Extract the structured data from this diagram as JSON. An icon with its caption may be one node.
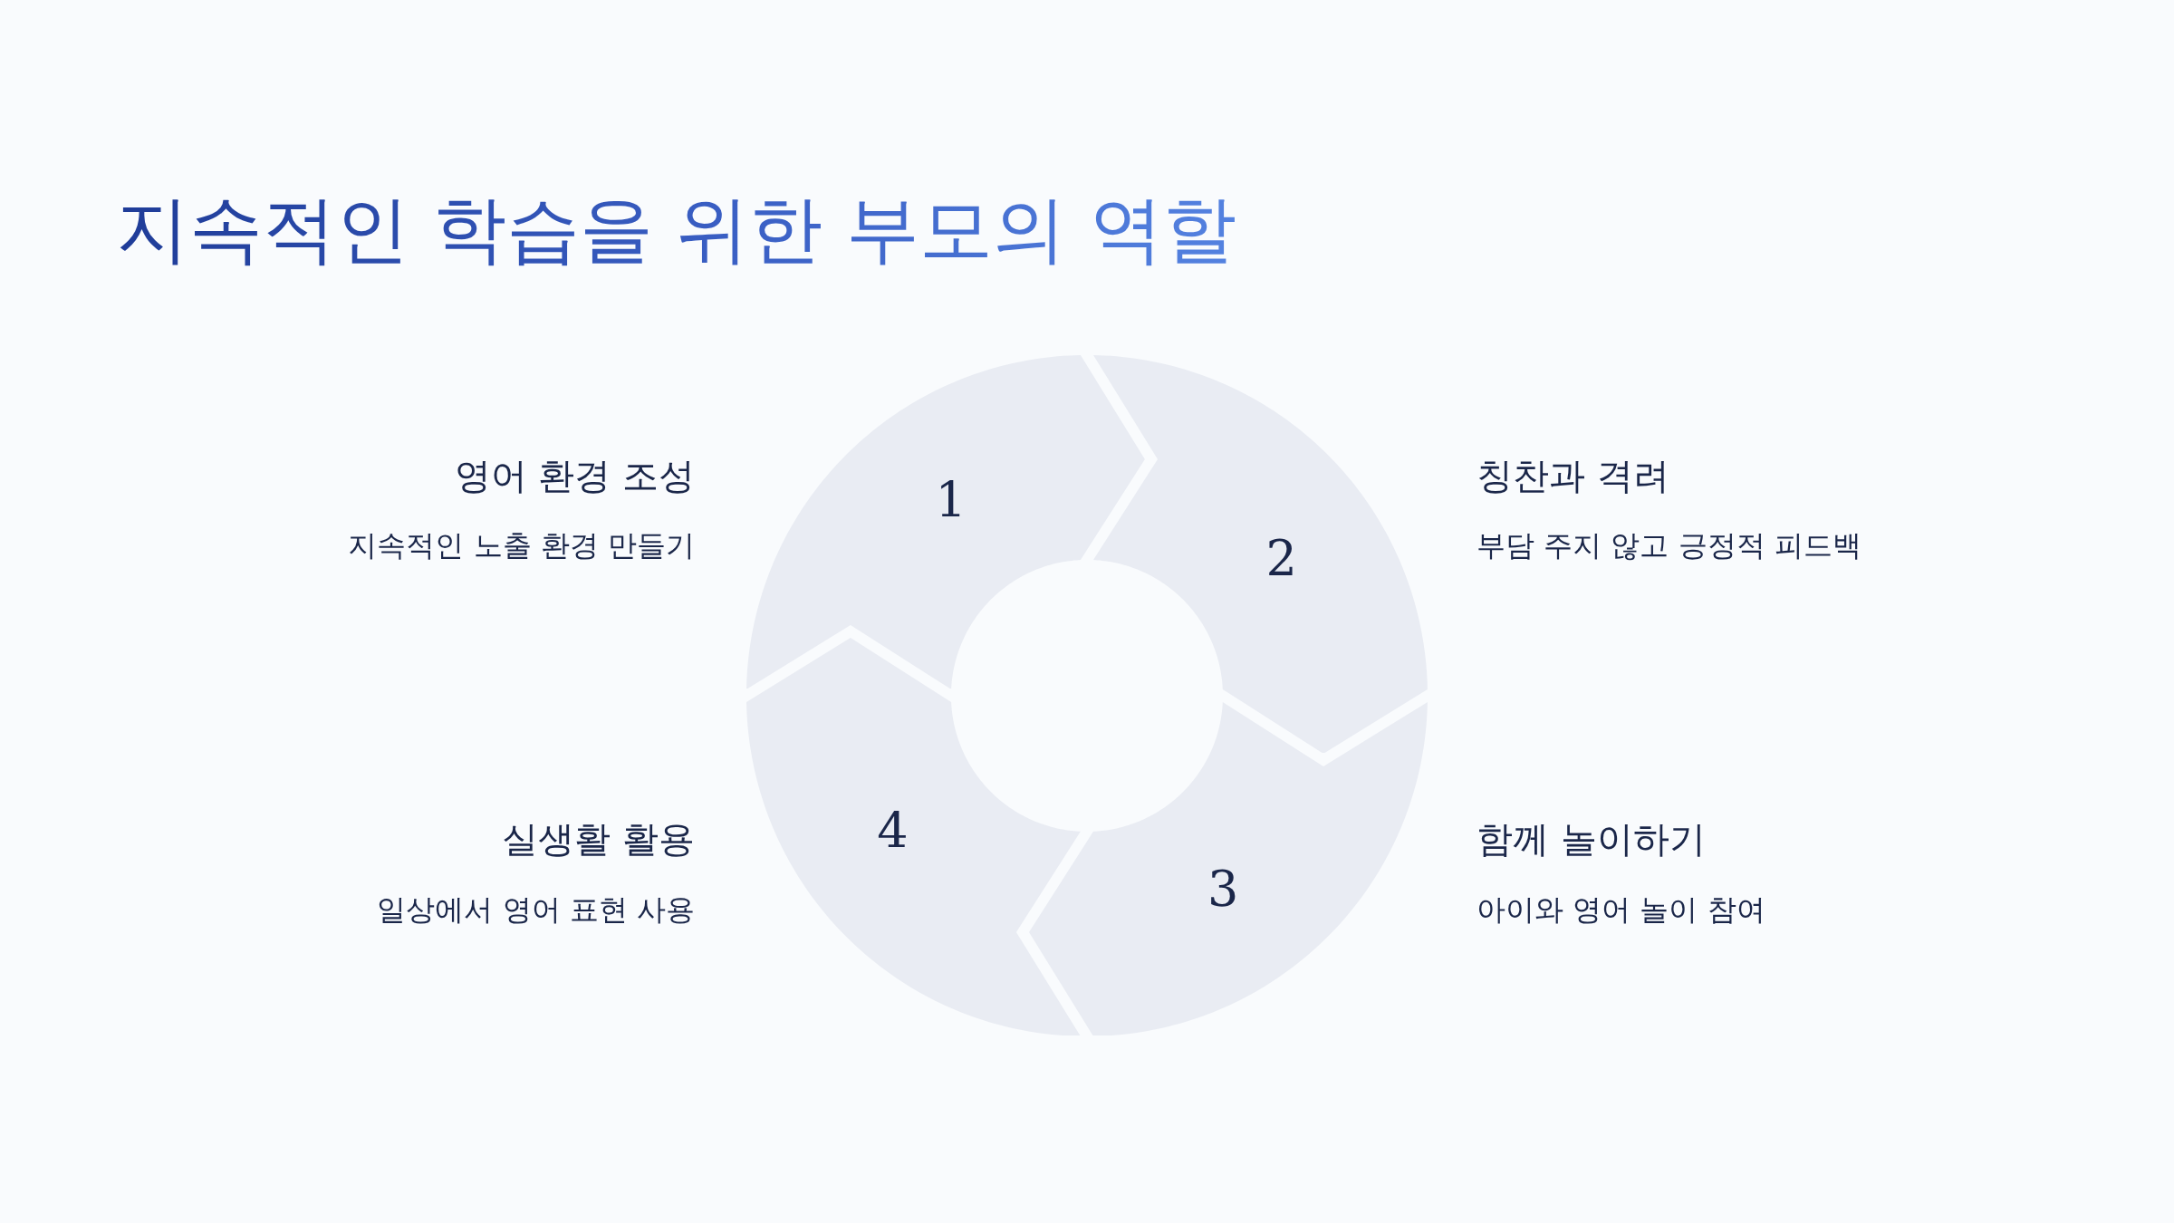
{
  "diagram": {
    "title": "지속적인 학습을 위한 부모의 역할",
    "nodes": [
      {
        "text": [
          "1"
        ],
        "beside": [
          "영어 환경 조성",
          "지속적인 노출 환경 만들기"
        ]
      },
      {
        "text": [
          "2"
        ],
        "beside": [
          "칭찬과 격려",
          "부담 주지 않고 긍정적 피드백"
        ]
      },
      {
        "text": [
          "3"
        ],
        "beside": [
          "함께 놀이하기",
          "아이와 영어 놀이 참여"
        ]
      },
      {
        "text": [
          "4"
        ],
        "beside": [
          "실생활 활용",
          "일상에서 영어 표현 사용"
        ]
      }
    ]
  }
}
